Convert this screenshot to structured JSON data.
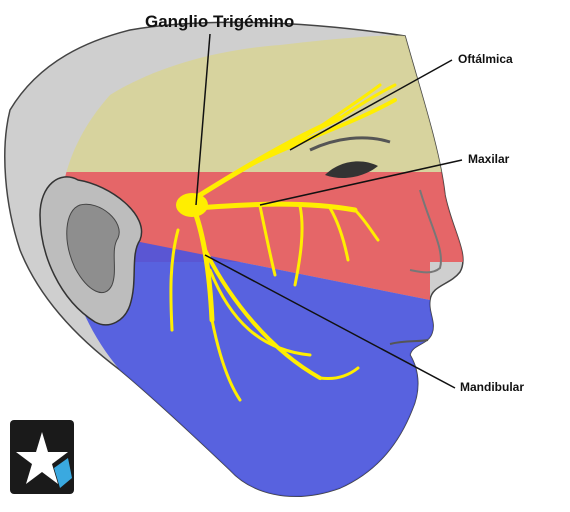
{
  "title": "Ganglio Trigémino",
  "branches": [
    {
      "name": "Oftálmica",
      "color": "#d8d49a"
    },
    {
      "name": "Maxilar",
      "color": "#e8585a"
    },
    {
      "name": "Mandibular",
      "color": "#4a55e0"
    }
  ],
  "nerve_color": "#ffee00",
  "logo_icon": "star-logo-icon"
}
